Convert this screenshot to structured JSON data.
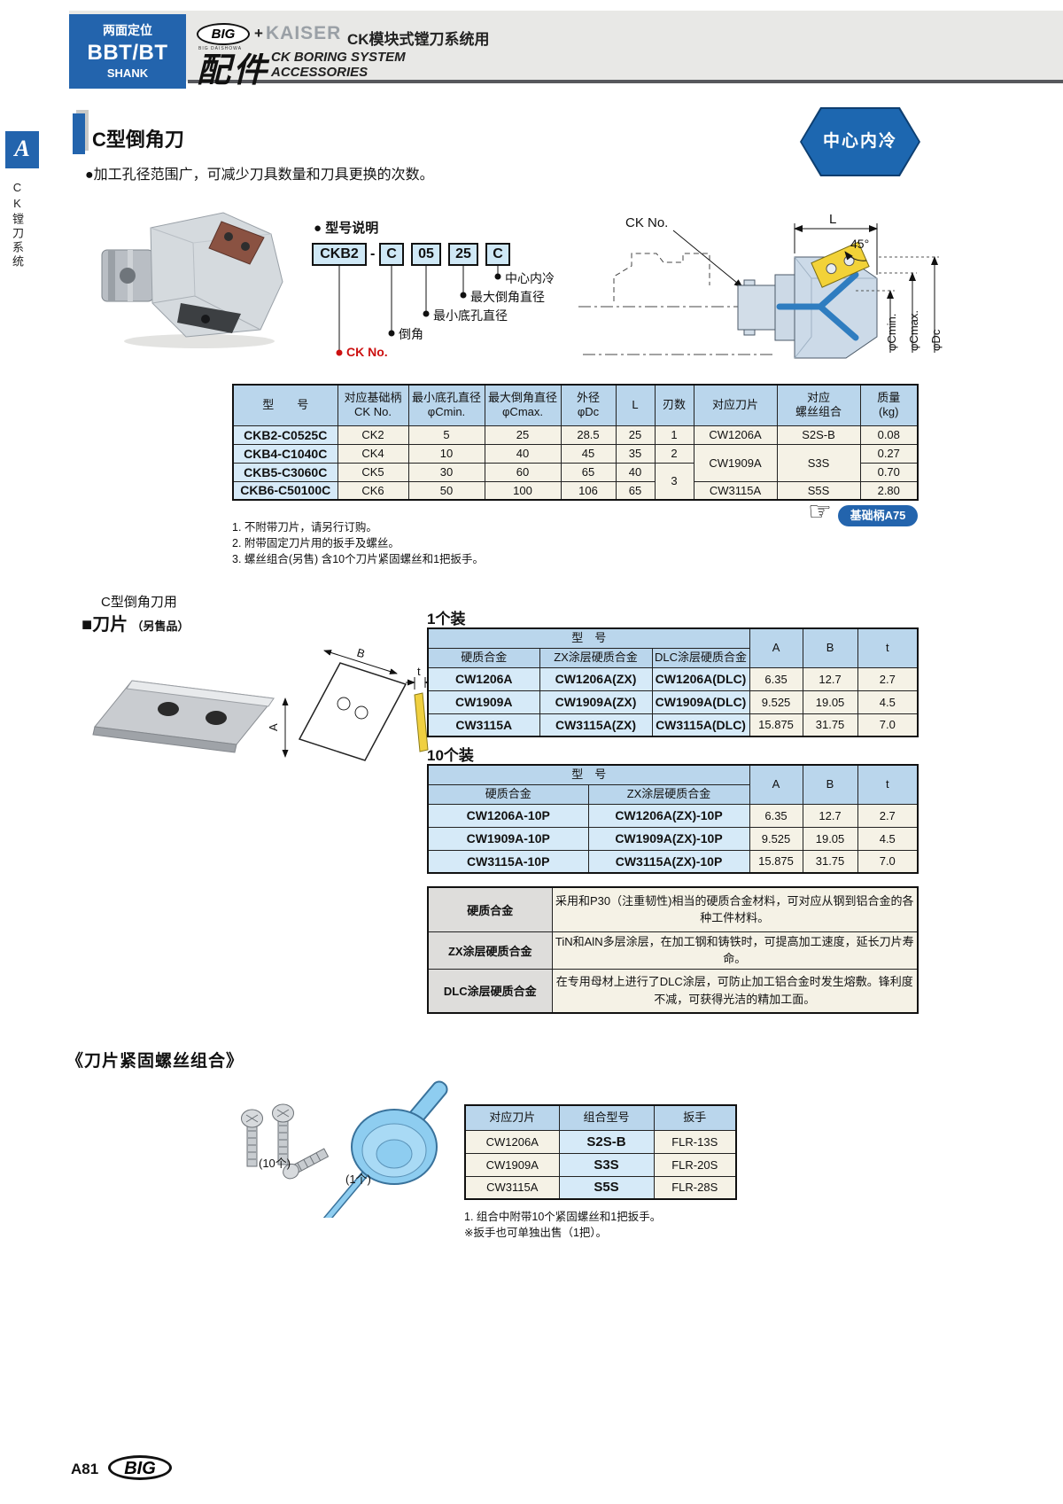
{
  "header": {
    "corner_line1": "两面定位",
    "corner_line2": "BBT/BT",
    "corner_line3": "SHANK",
    "logo_big": "BIG",
    "logo_big_sub": "BIG DAISHOWA",
    "logo_plus": "+",
    "logo_kaiser": "KAISER",
    "series_cn": "CK模块式镗刀系统用",
    "accessories_cn": "配件",
    "series_en_line1": "CK BORING SYSTEM",
    "series_en_line2": "ACCESSORIES"
  },
  "sidebar": {
    "index_letter": "A",
    "vertical_label": "CK镗刀系统"
  },
  "section": {
    "title": "C型倒角刀",
    "bullet": "●加工孔径范围广，可减少刀具数量和刀具更换的次数。",
    "badge": "中心内冷"
  },
  "legend": {
    "heading": "● 型号说明",
    "box0": "CKB2",
    "dash": "-",
    "box1": "C",
    "box2": "05",
    "box3": "25",
    "box4": "C",
    "label_coolant": "中心内冷",
    "label_cmax": "最大倒角直径",
    "label_cmin": "最小底孔直径",
    "label_chamfer": "倒角",
    "label_ckno": "CK No."
  },
  "diagram": {
    "ck_no": "CK No.",
    "dim_l": "L",
    "angle": "45°",
    "cmin": "φCmin.",
    "cmax": "φCmax.",
    "dc": "φDc"
  },
  "main_table": {
    "h_model": "型　　号",
    "h_ck1": "对应基础柄",
    "h_ck2": "CK No.",
    "h_cmin1": "最小底孔直径",
    "h_cmin2": "φCmin.",
    "h_cmax1": "最大倒角直径",
    "h_cmax2": "φCmax.",
    "h_dc1": "外径",
    "h_dc2": "φDc",
    "h_l": "L",
    "h_edges": "刃数",
    "h_blade": "对应刀片",
    "h_screw1": "对应",
    "h_screw2": "螺丝组合",
    "h_weight1": "质量",
    "h_weight2": "(kg)",
    "rows": [
      {
        "model": "CKB2-C0525C",
        "ck": "CK2",
        "cmin": "5",
        "cmax": "25",
        "dc": "28.5",
        "l": "25",
        "edges": "1",
        "blade": "CW1206A",
        "screw": "S2S-B",
        "weight": "0.08"
      },
      {
        "model": "CKB4-C1040C",
        "ck": "CK4",
        "cmin": "10",
        "cmax": "40",
        "dc": "45",
        "l": "35",
        "edges": "2",
        "blade": "CW1909A",
        "screw": "S3S",
        "weight": "0.27"
      },
      {
        "model": "CKB5-C3060C",
        "ck": "CK5",
        "cmin": "30",
        "cmax": "60",
        "dc": "65",
        "l": "40",
        "edges": "3",
        "weight": "0.70"
      },
      {
        "model": "CKB6-C50100C",
        "ck": "CK6",
        "cmin": "50",
        "cmax": "100",
        "dc": "106",
        "l": "65",
        "blade": "CW3115A",
        "screw": "S5S",
        "weight": "2.80"
      }
    ]
  },
  "table_notes": {
    "n1": "1. 不附带刀片，请另行订购。",
    "n2": "2. 附带固定刀片用的扳手及螺丝。",
    "n3": "3. 螺丝组合(另售) 含10个刀片紧固螺丝和1把扳手。"
  },
  "link_button": {
    "hand": "☞",
    "label": "基础柄A75"
  },
  "insert_section": {
    "subtitle": "C型倒角刀用",
    "title": "■刀片",
    "title_note": "（另售品）",
    "dim_a": "A",
    "dim_b": "B",
    "dim_t": "t"
  },
  "pack1": {
    "title": "1个装",
    "h_model": "型　号",
    "col0": "硬质合金",
    "col1": "ZX涂层硬质合金",
    "col2": "DLC涂层硬质合金",
    "h_a": "A",
    "h_b": "B",
    "h_t": "t",
    "rows": [
      {
        "c0": "CW1206A",
        "c1": "CW1206A(ZX)",
        "c2": "CW1206A(DLC)",
        "a": "6.35",
        "b": "12.7",
        "t": "2.7"
      },
      {
        "c0": "CW1909A",
        "c1": "CW1909A(ZX)",
        "c2": "CW1909A(DLC)",
        "a": "9.525",
        "b": "19.05",
        "t": "4.5"
      },
      {
        "c0": "CW3115A",
        "c1": "CW3115A(ZX)",
        "c2": "CW3115A(DLC)",
        "a": "15.875",
        "b": "31.75",
        "t": "7.0"
      }
    ]
  },
  "pack10": {
    "title": "10个装",
    "h_model": "型　号",
    "col0": "硬质合金",
    "col1": "ZX涂层硬质合金",
    "h_a": "A",
    "h_b": "B",
    "h_t": "t",
    "rows": [
      {
        "c0": "CW1206A-10P",
        "c1": "CW1206A(ZX)-10P",
        "a": "6.35",
        "b": "12.7",
        "t": "2.7"
      },
      {
        "c0": "CW1909A-10P",
        "c1": "CW1909A(ZX)-10P",
        "a": "9.525",
        "b": "19.05",
        "t": "4.5"
      },
      {
        "c0": "CW3115A-10P",
        "c1": "CW3115A(ZX)-10P",
        "a": "15.875",
        "b": "31.75",
        "t": "7.0"
      }
    ]
  },
  "materials": {
    "rows": [
      {
        "label": "硬质合金",
        "text": "采用和P30（注重韧性)相当的硬质合金材料，可对应从钢到铝合金的各种工件材料。"
      },
      {
        "label": "ZX涂层硬质合金",
        "text": "TiN和AlN多层涂层，在加工钢和铸铁时，可提高加工速度，延长刀片寿命。"
      },
      {
        "label": "DLC涂层硬质合金",
        "text": "在专用母材上进行了DLC涂层，可防止加工铝合金时发生熔敷。锋利度不减，可获得光洁的精加工面。"
      }
    ]
  },
  "screw_section": {
    "heading": "《刀片紧固螺丝组合》",
    "qty_screws": "(10个)",
    "qty_wrench": "(1个)",
    "h_blade": "对应刀片",
    "h_set": "组合型号",
    "h_wrench": "扳手",
    "rows": [
      {
        "blade": "CW1206A",
        "set": "S2S-B",
        "wrench": "FLR-13S"
      },
      {
        "blade": "CW1909A",
        "set": "S3S",
        "wrench": "FLR-20S"
      },
      {
        "blade": "CW3115A",
        "set": "S5S",
        "wrench": "FLR-28S"
      }
    ],
    "note1": "1. 组合中附带10个紧固螺丝和1把扳手。",
    "note2": "※扳手也可单独出售（1把）。"
  },
  "footer": {
    "page_no": "A81",
    "logo": "BIG"
  }
}
